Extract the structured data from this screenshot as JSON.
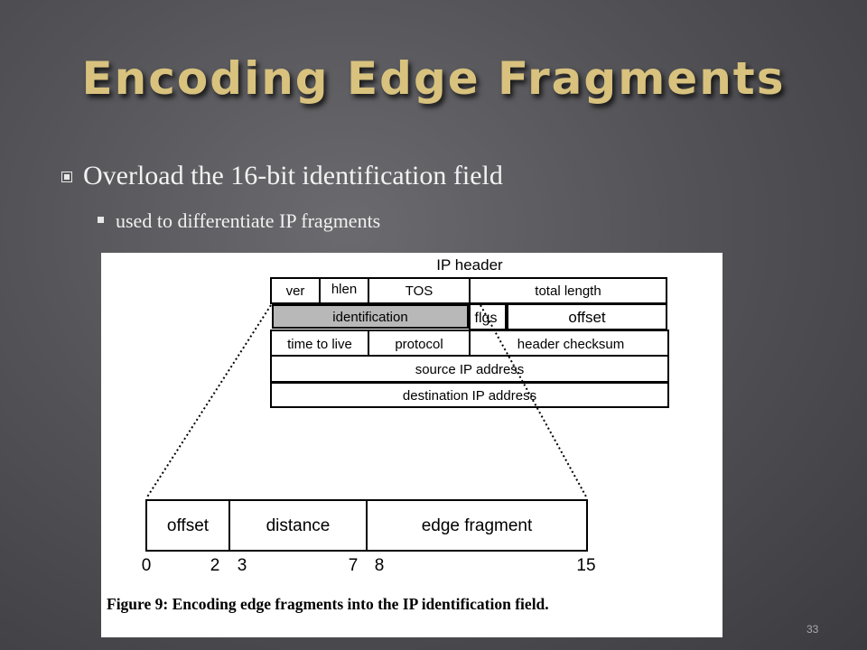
{
  "slide": {
    "title": "Encoding Edge Fragments",
    "bullet_1": "Overload the 16-bit identification field",
    "bullet_2": "used to differentiate IP fragments",
    "page_number": "33"
  },
  "diagram": {
    "header_title": "IP header",
    "fields": {
      "ver": "ver",
      "hlen": "hlen",
      "tos": "TOS",
      "total_length": "total length",
      "identification": "identification",
      "flgs": "flgs",
      "offset": "offset",
      "ttl": "time to live",
      "protocol": "protocol",
      "checksum": "header checksum",
      "src": "source IP address",
      "dst": "destination IP address"
    },
    "encoding": {
      "offset": "offset",
      "distance": "distance",
      "edge_fragment": "edge fragment"
    },
    "bit_labels": {
      "b0": "0",
      "b2": "2",
      "b3": "3",
      "b7": "7",
      "b8": "8",
      "b15": "15"
    },
    "caption": "Figure 9:  Encoding edge fragments into the IP identification field."
  }
}
